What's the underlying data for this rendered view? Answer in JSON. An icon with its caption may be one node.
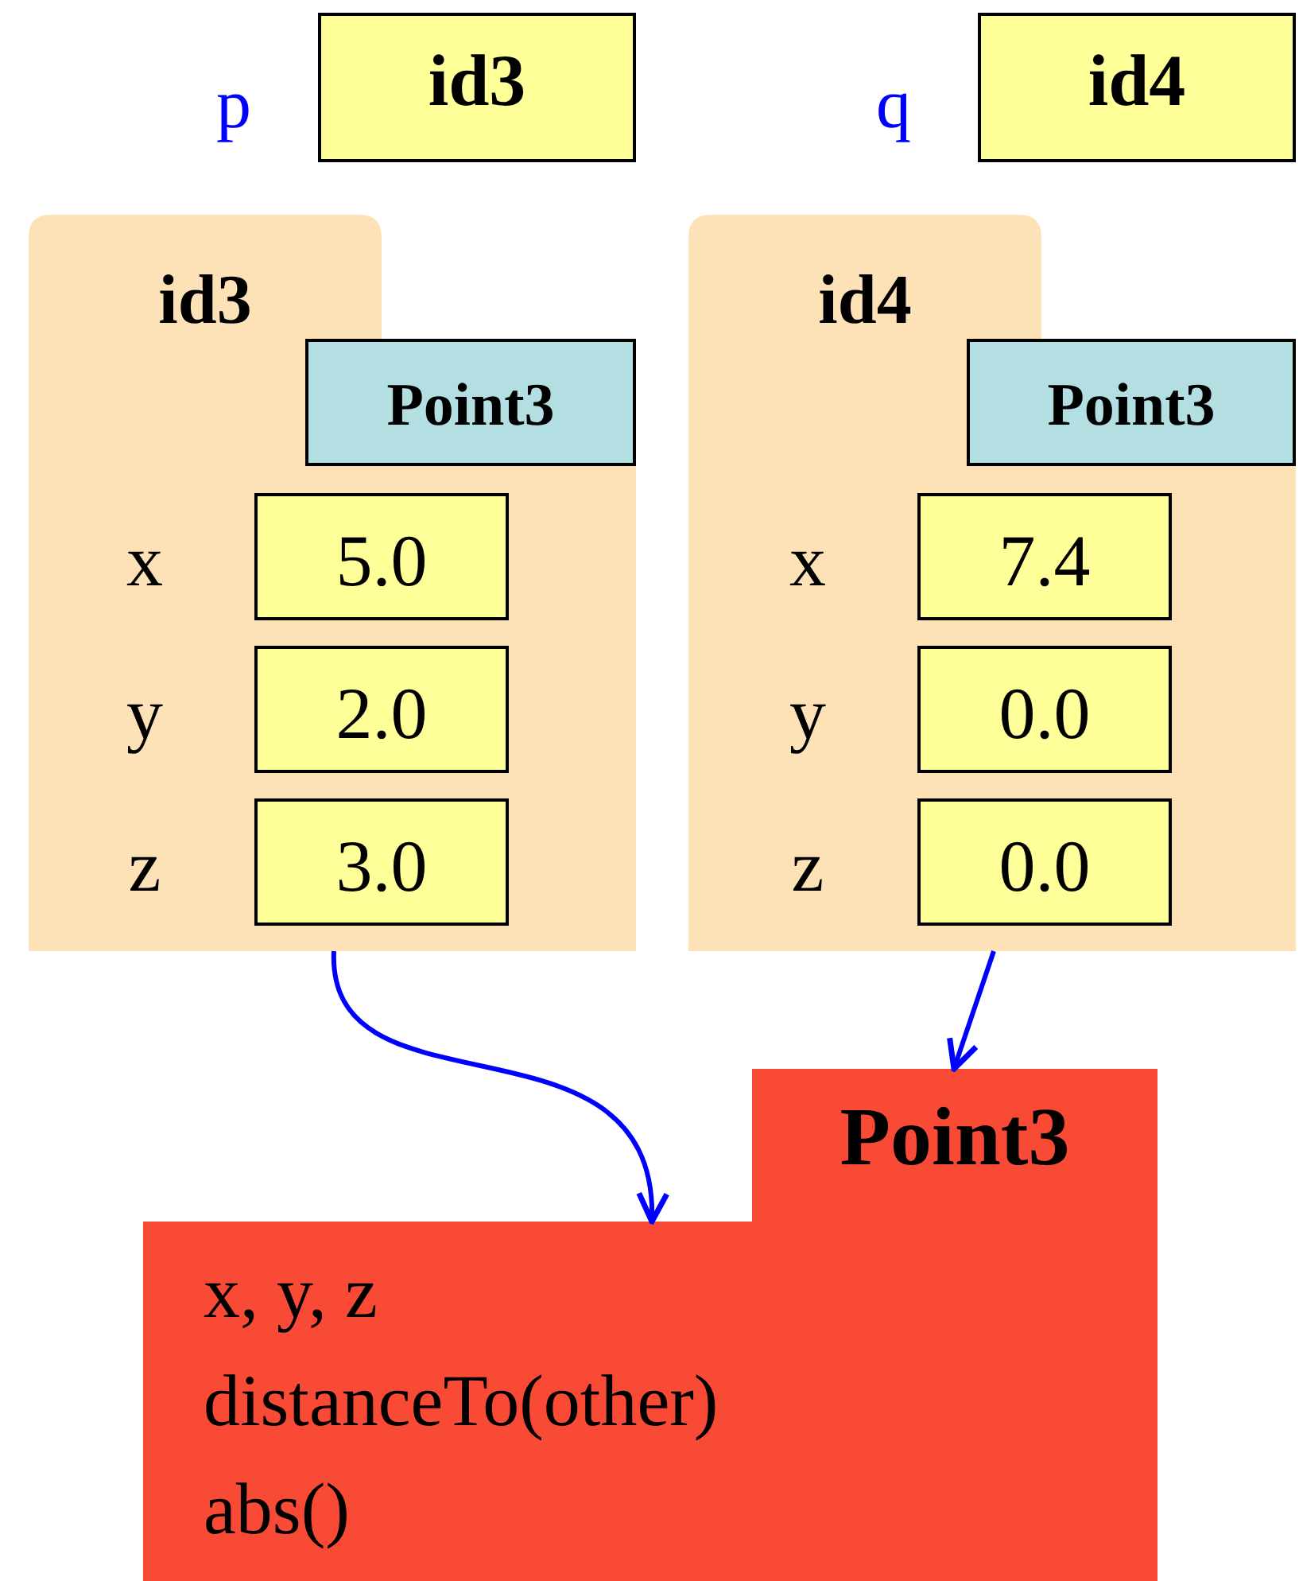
{
  "diagram": {
    "nodes": [
      {
        "text": [
          "id3"
        ],
        "beside": [
          "p"
        ]
      },
      {
        "text": [
          "id4"
        ],
        "beside": [
          "q"
        ]
      },
      {
        "text": [
          "id3"
        ]
      },
      {
        "text": [
          "Point3"
        ],
        "in": 2
      },
      {
        "text": [
          "5.0"
        ],
        "beside": [
          "x"
        ],
        "in": 2
      },
      {
        "text": [
          "2.0"
        ],
        "beside": [
          "y"
        ],
        "in": 2
      },
      {
        "text": [
          "3.0"
        ],
        "beside": [
          "z"
        ],
        "in": 2
      },
      {
        "text": [
          "id4"
        ]
      },
      {
        "text": [
          "Point3"
        ],
        "in": 7
      },
      {
        "text": [
          "7.4"
        ],
        "beside": [
          "x"
        ],
        "in": 7
      },
      {
        "text": [
          "0.0"
        ],
        "beside": [
          "y"
        ],
        "in": 7
      },
      {
        "text": [
          "0.0"
        ],
        "beside": [
          "z"
        ],
        "in": 7
      },
      {
        "text": [
          "Point3",
          "x, y, z",
          "distanceTo(other)",
          "abs()"
        ]
      }
    ],
    "edges": [
      {
        "from": 2,
        "to": 12,
        "arrow": "to"
      },
      {
        "from": 7,
        "to": 12,
        "arrow": "to"
      }
    ]
  }
}
